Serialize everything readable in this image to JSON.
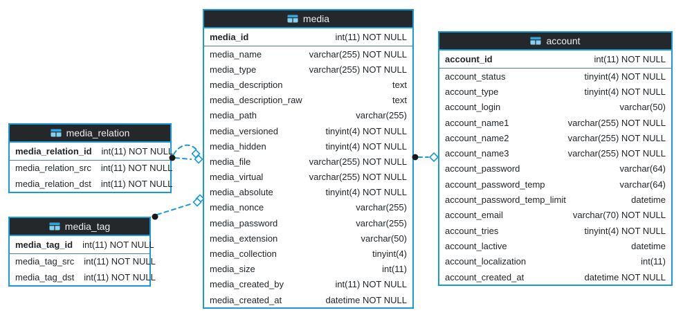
{
  "colors": {
    "accent": "#1a9ad8",
    "table_header_bg": "#24282b",
    "table_header_text": "#ededed",
    "row_text": "#21262b",
    "pk_separator": "#4a7f9f",
    "connector_dot": "#15191c",
    "background": "#ffffff"
  },
  "diagram": {
    "tables": [
      {
        "name": "media",
        "title": "media",
        "icon": "table-icon",
        "primary_key": {
          "name": "media_id",
          "type": "int(11) NOT NULL"
        },
        "columns": [
          {
            "name": "media_name",
            "type": "varchar(255) NOT NULL"
          },
          {
            "name": "media_type",
            "type": "varchar(255) NOT NULL"
          },
          {
            "name": "media_description",
            "type": "text"
          },
          {
            "name": "media_description_raw",
            "type": "text"
          },
          {
            "name": "media_path",
            "type": "varchar(255)"
          },
          {
            "name": "media_versioned",
            "type": "tinyint(4) NOT NULL"
          },
          {
            "name": "media_hidden",
            "type": "tinyint(4) NOT NULL"
          },
          {
            "name": "media_file",
            "type": "varchar(255) NOT NULL"
          },
          {
            "name": "media_virtual",
            "type": "varchar(255) NOT NULL"
          },
          {
            "name": "media_absolute",
            "type": "tinyint(4) NOT NULL"
          },
          {
            "name": "media_nonce",
            "type": "varchar(255)"
          },
          {
            "name": "media_password",
            "type": "varchar(255)"
          },
          {
            "name": "media_extension",
            "type": "varchar(50)"
          },
          {
            "name": "media_collection",
            "type": "tinyint(4)"
          },
          {
            "name": "media_size",
            "type": "int(11)"
          },
          {
            "name": "media_created_by",
            "type": "int(11) NOT NULL"
          },
          {
            "name": "media_created_at",
            "type": "datetime NOT NULL"
          }
        ]
      },
      {
        "name": "account",
        "title": "account",
        "icon": "table-icon",
        "primary_key": {
          "name": "account_id",
          "type": "int(11) NOT NULL"
        },
        "columns": [
          {
            "name": "account_status",
            "type": "tinyint(4) NOT NULL"
          },
          {
            "name": "account_type",
            "type": "tinyint(4) NOT NULL"
          },
          {
            "name": "account_login",
            "type": "varchar(50)"
          },
          {
            "name": "account_name1",
            "type": "varchar(255) NOT NULL"
          },
          {
            "name": "account_name2",
            "type": "varchar(255) NOT NULL"
          },
          {
            "name": "account_name3",
            "type": "varchar(255) NOT NULL"
          },
          {
            "name": "account_password",
            "type": "varchar(64)"
          },
          {
            "name": "account_password_temp",
            "type": "varchar(64)"
          },
          {
            "name": "account_password_temp_limit",
            "type": "datetime"
          },
          {
            "name": "account_email",
            "type": "varchar(70) NOT NULL"
          },
          {
            "name": "account_tries",
            "type": "tinyint(4) NOT NULL"
          },
          {
            "name": "account_lactive",
            "type": "datetime"
          },
          {
            "name": "account_localization",
            "type": "int(11)"
          },
          {
            "name": "account_created_at",
            "type": "datetime NOT NULL"
          }
        ]
      },
      {
        "name": "media_relation",
        "title": "media_relation",
        "icon": "table-icon",
        "primary_key": {
          "name": "media_relation_id",
          "type": "int(11) NOT NULL"
        },
        "columns": [
          {
            "name": "media_relation_src",
            "type": "int(11) NOT NULL"
          },
          {
            "name": "media_relation_dst",
            "type": "int(11) NOT NULL"
          }
        ]
      },
      {
        "name": "media_tag",
        "title": "media_tag",
        "icon": "table-icon",
        "primary_key": {
          "name": "media_tag_id",
          "type": "int(11) NOT NULL"
        },
        "columns": [
          {
            "name": "media_tag_src",
            "type": "int(11) NOT NULL"
          },
          {
            "name": "media_tag_dst",
            "type": "int(11) NOT NULL"
          }
        ]
      }
    ],
    "relations": [
      {
        "from": "media_relation",
        "to": "media",
        "style": "dashed",
        "lines": 2
      },
      {
        "from": "media_tag",
        "to": "media",
        "style": "dashed",
        "lines": 1
      },
      {
        "from": "media",
        "to": "account",
        "style": "dashed",
        "lines": 1
      }
    ]
  }
}
